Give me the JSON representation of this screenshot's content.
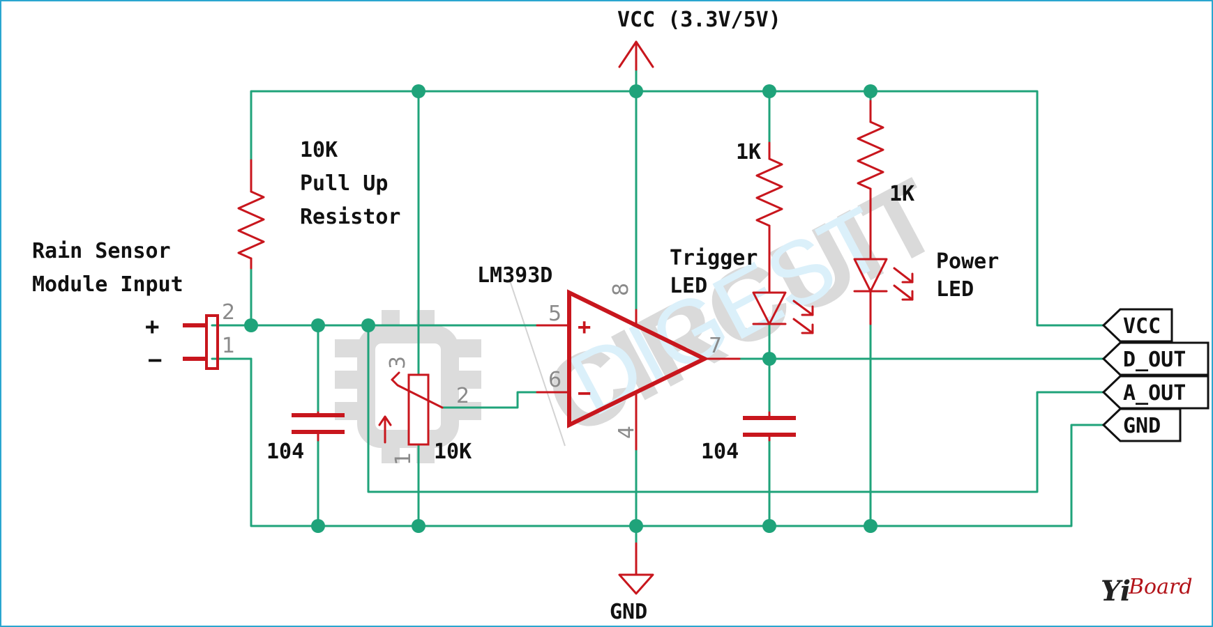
{
  "supply": {
    "label": "VCC (3.3V/5V)",
    "ground_label": "GND"
  },
  "components": {
    "pullup": {
      "value": "10K",
      "line2": "Pull Up",
      "line3": "Resistor"
    },
    "input": {
      "line1": "Rain Sensor",
      "line2": "Module Input",
      "plus": "+",
      "minus": "−",
      "pin2": "2",
      "pin1": "1"
    },
    "cap_left": {
      "value": "104"
    },
    "pot": {
      "value": "10K",
      "pin3": "3",
      "pin2": "2",
      "pin1": "1"
    },
    "comparator": {
      "part": "LM393D",
      "pin5": "5",
      "pin6": "6",
      "pin7": "7",
      "pin8": "8",
      "pin4": "4",
      "plus": "+",
      "minus": "−"
    },
    "trigger_led": {
      "resistor": "1K",
      "line1": "Trigger",
      "line2": "LED"
    },
    "power_led": {
      "resistor": "1K",
      "line1": "Power",
      "line2": "LED"
    },
    "cap_right": {
      "value": "104"
    }
  },
  "ports": [
    "VCC",
    "D_OUT",
    "A_OUT",
    "GND"
  ],
  "watermark": {
    "word1": "CIRCUIT",
    "word2": "DIGEST"
  },
  "brand": {
    "text": "YiBoard"
  },
  "colors": {
    "wire": "#1fa37a",
    "component": "#c8161d",
    "border": "#2aa6cf"
  }
}
